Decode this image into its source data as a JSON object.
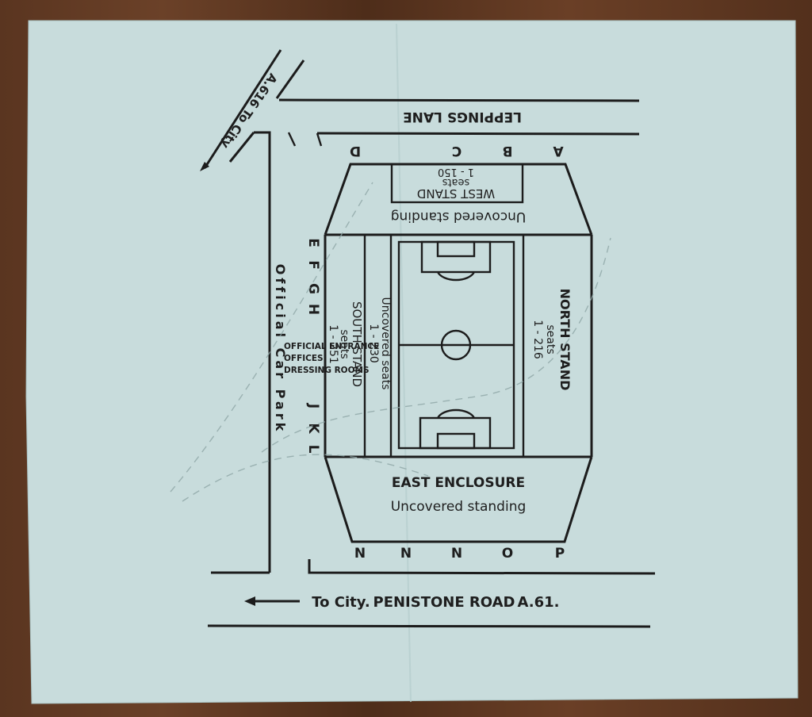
{
  "roads": {
    "top": "LEPPINGS LANE",
    "diagonal": "A.616 To City",
    "bottom_direction": "To City.",
    "bottom": "PENISTONE ROAD",
    "bottom_route": "A.61."
  },
  "car_park": "Official Car Park",
  "gates": {
    "west": [
      "A",
      "B",
      "C",
      "D"
    ],
    "south": [
      "E",
      "F",
      "G",
      "H",
      "J",
      "K",
      "L"
    ],
    "east": [
      "N",
      "N",
      "N",
      "O",
      "P"
    ]
  },
  "stands": {
    "west": {
      "name": "WEST STAND",
      "seats_label": "seats",
      "seats": "1 - 150",
      "standing": "Uncovered standing"
    },
    "north": {
      "name": "NORTH STAND",
      "seats_label": "seats",
      "seats": "1 - 216"
    },
    "south": {
      "name": "SOUTH STAND",
      "seats_label": "seats",
      "seats": "1 - 251"
    },
    "uncovered": {
      "name": "Uncovered seats",
      "seats": "1 - 230"
    },
    "east": {
      "name": "EAST ENCLOSURE",
      "standing": "Uncovered standing"
    }
  },
  "facilities": [
    "OFFICIAL ENTRANCE",
    "OFFICES",
    "DRESSING ROOMS"
  ],
  "colors": {
    "paper": "#c8dddd",
    "ink": "#1c1c1c",
    "wood": "#5a3520"
  }
}
